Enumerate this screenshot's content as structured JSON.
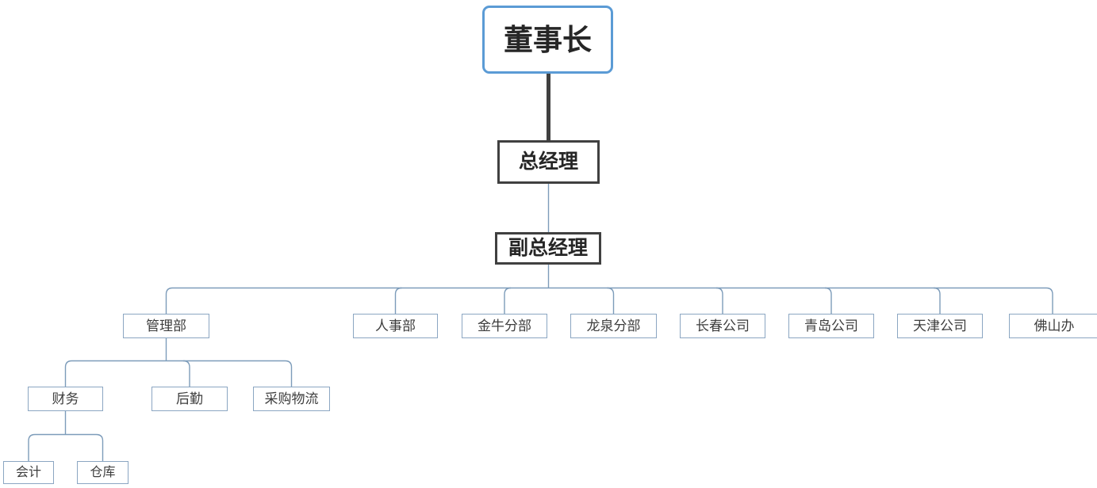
{
  "org_chart": {
    "type": "org-chart",
    "colors": {
      "root_border": "#5b9bd5",
      "manager_border": "#404040",
      "branch_border": "#8ba6c2",
      "connector": "#7d9cba",
      "trunk_connector": "#404040",
      "background": "#ffffff",
      "title_text": "#262626",
      "branch_text": "#3d3d3d"
    },
    "root": {
      "id": "chairman",
      "label": "董事长",
      "children": [
        {
          "id": "general-manager",
          "label": "总经理",
          "children": [
            {
              "id": "deputy-general-manager",
              "label": "副总经理",
              "children": [
                {
                  "id": "management-dept",
                  "label": "管理部",
                  "children": [
                    {
                      "id": "finance",
                      "label": "财务",
                      "children": [
                        {
                          "id": "accounting",
                          "label": "会计"
                        },
                        {
                          "id": "warehouse",
                          "label": "仓库"
                        }
                      ]
                    },
                    {
                      "id": "logistics-support",
                      "label": "后勤"
                    },
                    {
                      "id": "procurement-logistics",
                      "label": "采购物流"
                    }
                  ]
                },
                {
                  "id": "hr-dept",
                  "label": "人事部"
                },
                {
                  "id": "jinniu-branch",
                  "label": "金牛分部"
                },
                {
                  "id": "longquan-branch",
                  "label": "龙泉分部"
                },
                {
                  "id": "changchun-company",
                  "label": "长春公司"
                },
                {
                  "id": "qingdao-company",
                  "label": "青岛公司"
                },
                {
                  "id": "tianjin-company",
                  "label": "天津公司"
                },
                {
                  "id": "foshan-office",
                  "label": "佛山办"
                }
              ]
            }
          ]
        }
      ]
    }
  }
}
